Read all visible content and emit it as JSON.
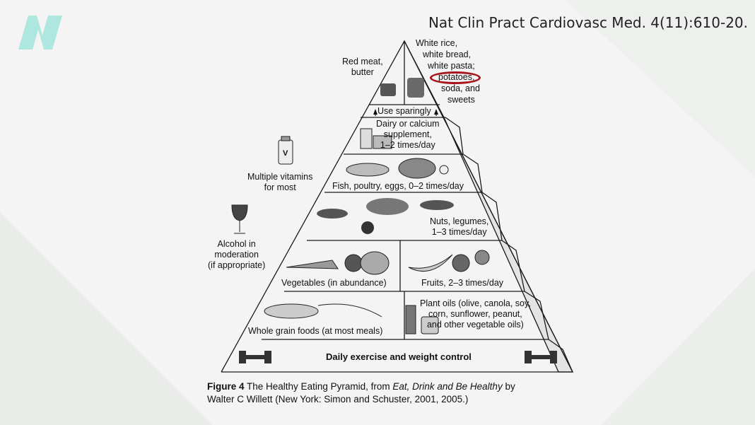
{
  "citation": "Nat Clin Pract Cardiovasc Med. 4(11):610-20.",
  "logo_letter": "N",
  "colors": {
    "logo": "#aee6e0",
    "highlight": "#a8161b",
    "outline": "#1a1a1a"
  },
  "pyramid": {
    "apex_left": "Red meat,\nbutter",
    "apex_right": [
      "White rice,",
      "white bread,",
      "white pasta;",
      "potatoes,",
      "soda, and",
      "sweets"
    ],
    "use_sparingly": "Use sparingly",
    "tier_dairy": "Dairy or calcium\nsupplement,\n1–2 times/day",
    "tier_fish": "Fish, poultry, eggs, 0–2 times/day",
    "tier_nuts": "Nuts, legumes,\n1–3 times/day",
    "tier_vegetables": "Vegetables (in abundance)",
    "tier_fruits": "Fruits, 2–3 times/day",
    "tier_grains": "Whole grain foods (at most meals)",
    "tier_oils": "Plant oils (olive, canola, soy,\ncorn, sunflower, peanut,\nand other vegetable oils)",
    "base": "Daily exercise and weight control",
    "side_vitamins": "Multiple vitamins\nfor most",
    "vitamin_letter": "V",
    "side_alcohol": "Alcohol in\nmoderation\n(if appropriate)"
  },
  "caption": {
    "figure_label": "Figure 4",
    "text_1": " The Healthy Eating Pyramid, from ",
    "book_title": "Eat, Drink and Be Healthy",
    "text_2": " by",
    "line_2": "Walter C Willett (New York: Simon and Schuster, 2001, 2005.)"
  }
}
